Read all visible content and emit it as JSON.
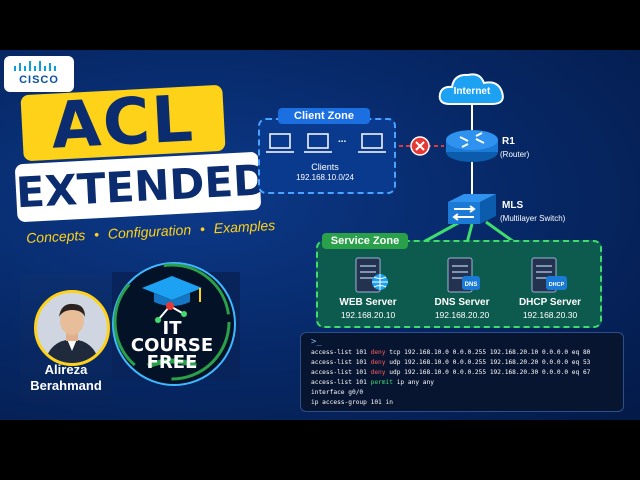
{
  "brand": {
    "name": "CISCO"
  },
  "title": {
    "main": "ACL",
    "sub": "EXTENDED"
  },
  "tagline": {
    "items": [
      "Concepts",
      "Configuration",
      "Examples"
    ],
    "separator": "•"
  },
  "author": {
    "first": "Alireza",
    "last": "Berahmand"
  },
  "logo": {
    "line1": "IT",
    "line2": "COURSE",
    "line3": "FREE"
  },
  "diagram": {
    "internet": "Internet",
    "router": {
      "name": "R1",
      "desc": "(Router)"
    },
    "switch": {
      "name": "MLS",
      "desc": "(Multilayer Switch)"
    },
    "client_zone": {
      "title": "Client Zone",
      "label": "Clients",
      "subnet": "192.168.10.0/24",
      "ellipsis": "..."
    },
    "service_zone": {
      "title": "Service Zone",
      "servers": [
        {
          "name": "WEB Server",
          "ip": "192.168.20.10",
          "badge": ""
        },
        {
          "name": "DNS Server",
          "ip": "192.168.20.20",
          "badge": "DNS"
        },
        {
          "name": "DHCP Server",
          "ip": "192.168.20.30",
          "badge": "DHCP"
        }
      ]
    }
  },
  "terminal": {
    "prompt": ">_",
    "lines": [
      {
        "pre": "access-list 101 ",
        "kw": "deny",
        "kwtype": "deny",
        "post": " tcp 192.168.10.0 0.0.0.255 192.168.20.10 0.0.0.0 eq 80"
      },
      {
        "pre": "access-list 101 ",
        "kw": "deny",
        "kwtype": "deny",
        "post": " udp 192.168.10.0 0.0.0.255 192.168.20.20 0.0.0.0 eq 53"
      },
      {
        "pre": "access-list 101 ",
        "kw": "deny",
        "kwtype": "deny",
        "post": " udp 192.168.10.0 0.0.0.255 192.168.20.30 0.0.0.0 eq 67"
      },
      {
        "pre": "access-list 101 ",
        "kw": "permit",
        "kwtype": "permit",
        "post": " ip any any"
      },
      {
        "pre": "interface g0/0",
        "kw": "",
        "kwtype": "",
        "post": ""
      },
      {
        "pre": " ip access-group 101 in",
        "kw": "",
        "kwtype": "",
        "post": ""
      }
    ]
  },
  "colors": {
    "yellow": "#ffd21a",
    "navy": "#0b2c6e",
    "deny": "#ff5a5a",
    "permit": "#3fdc6e",
    "link_green": "#3fdc6e",
    "link_red": "#e53935"
  },
  "icons": [
    "cisco-logo-icon",
    "cloud-icon",
    "router-icon",
    "switch-icon",
    "laptop-icon",
    "blocked-x-icon",
    "server-icon",
    "globe-icon",
    "graduation-cap-icon"
  ]
}
